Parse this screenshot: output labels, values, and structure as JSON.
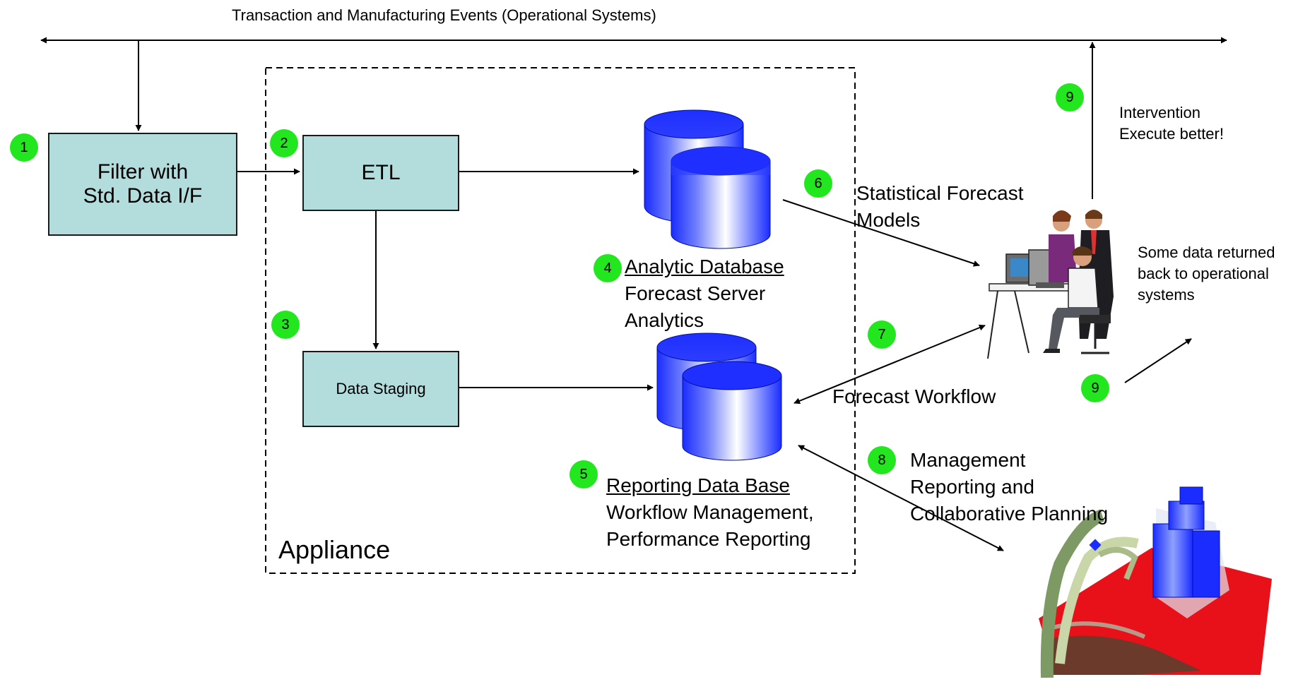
{
  "title": "Transaction and Manufacturing Events (Operational Systems)",
  "appliance_label": "Appliance",
  "boxes": {
    "filter": "Filter with\nStd. Data I/F",
    "etl": "ETL",
    "staging": "Data Staging"
  },
  "badges": [
    "1",
    "2",
    "3",
    "4",
    "5",
    "6",
    "7",
    "8",
    "9",
    "9"
  ],
  "analytic_db": {
    "title": "Analytic  Database",
    "line1": "Forecast Server",
    "line2": "Analytics"
  },
  "reporting_db": {
    "title": "Reporting Data Base",
    "line1": "Workflow Management,",
    "line2": "Performance Reporting"
  },
  "labels": {
    "stat_forecast_1": "Statistical Forecast",
    "stat_forecast_2": "Models",
    "forecast_workflow": "Forecast  Workflow",
    "mgmt_1": "Management",
    "mgmt_2": "Reporting  and",
    "mgmt_3": "Collaborative Planning",
    "intervention_1": "Intervention",
    "intervention_2": "Execute better!",
    "returned_1": "Some data returned",
    "returned_2": "back to operational",
    "returned_3": "systems"
  },
  "colors": {
    "box_fill": "#b3dcdc",
    "badge_fill": "#22e61e",
    "db_blue": "#1e2fff"
  },
  "icons": [
    "database-cylinder-icon",
    "office-workers-icon",
    "corporate-building-icon"
  ]
}
